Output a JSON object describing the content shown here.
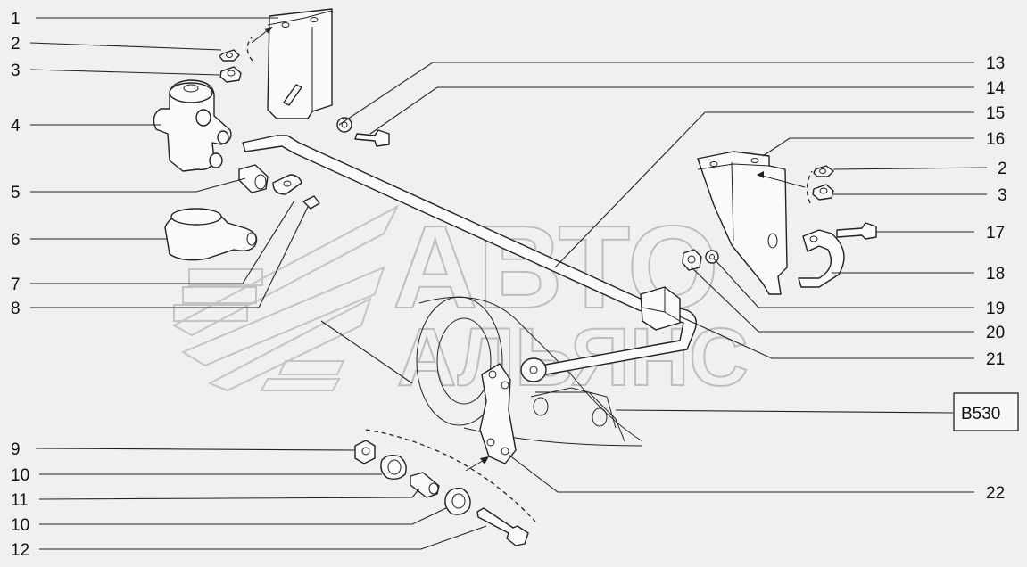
{
  "watermark": {
    "line1": "АВТО",
    "line2": "АЛЬЯНС"
  },
  "diagram_code": "B530",
  "callouts_left": [
    "1",
    "2",
    "3",
    "4",
    "5",
    "6",
    "7",
    "8",
    "9",
    "10",
    "11",
    "10",
    "12"
  ],
  "callouts_right": [
    "13",
    "14",
    "15",
    "16",
    "2",
    "3",
    "17",
    "18",
    "19",
    "20",
    "21",
    "22"
  ]
}
